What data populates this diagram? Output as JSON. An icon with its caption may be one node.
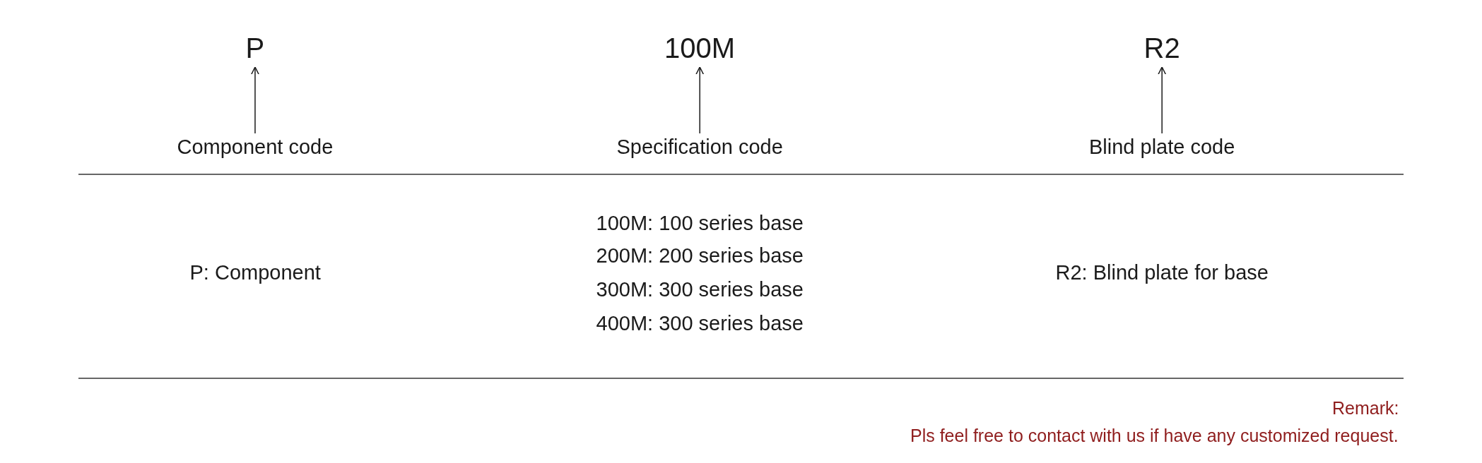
{
  "diagram": {
    "nodes": [
      {
        "text": [
          "P"
        ]
      },
      {
        "text": [
          "100M"
        ]
      },
      {
        "text": [
          "R2"
        ]
      },
      {
        "text": [
          "Component code"
        ]
      },
      {
        "text": [
          "Specification code"
        ]
      },
      {
        "text": [
          "Blind plate code"
        ]
      }
    ],
    "edges": [
      {
        "from": 3,
        "to": 0,
        "arrow": "to"
      },
      {
        "from": 4,
        "to": 1,
        "arrow": "to"
      },
      {
        "from": 5,
        "to": 2,
        "arrow": "to"
      }
    ],
    "labels": [
      "P: Component",
      "100M: 100 series base",
      "200M: 200 series base",
      "300M: 300 series base",
      "400M: 300 series base",
      "R2: Blind plate for base",
      "Remark:",
      "Pls feel free to contact with us if have any customized request."
    ]
  }
}
